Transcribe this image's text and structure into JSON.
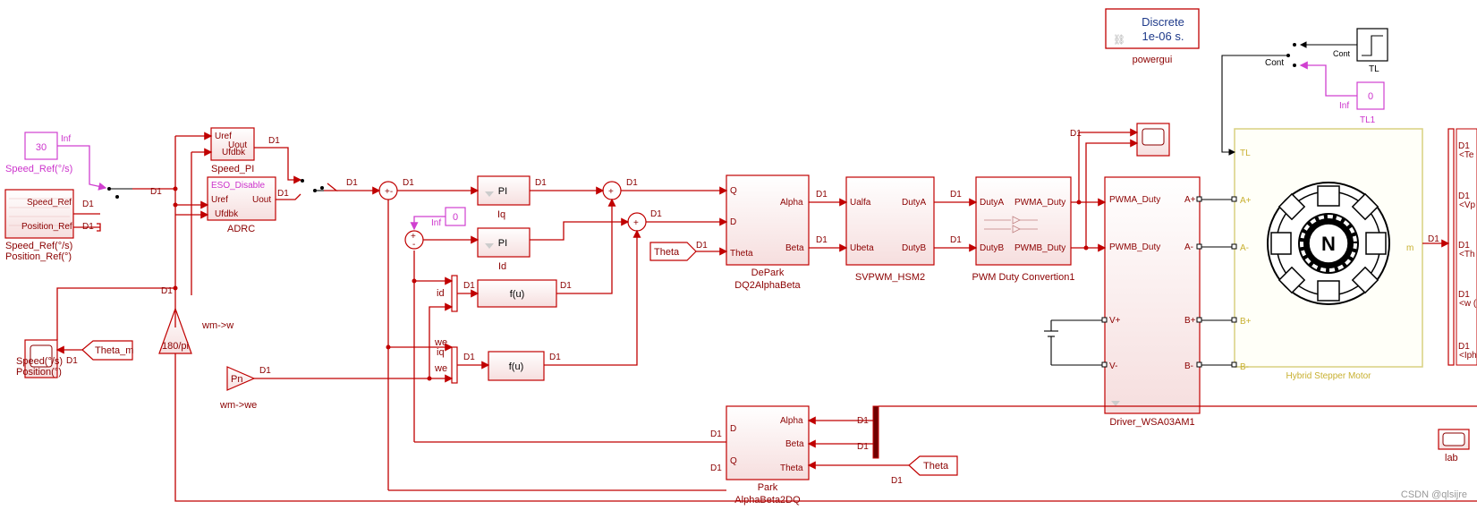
{
  "blocks": {
    "const_speed": {
      "value": "30",
      "sig": "Inf",
      "name": "Speed_Ref(°/s)"
    },
    "ref_sub": {
      "port1": "Speed_Ref",
      "port2": "Position_Ref",
      "name1": "Speed_Ref(°/s)",
      "name2": "Position_Ref(°)"
    },
    "speed_pi": {
      "in1": "Uref",
      "in2": "Ufdbk",
      "out": "Uout",
      "name": "Speed_PI"
    },
    "adrc": {
      "eso": "ESO_Disable",
      "in1": "Uref",
      "in2": "Ufdbk",
      "out": "Uout",
      "name": "ADRC"
    },
    "scope_speed": {
      "name1": "Speed(°/s)",
      "name2": "Position(°)"
    },
    "from_theta_m": {
      "label": "Theta_m"
    },
    "gain_180": {
      "label": "180/pi",
      "name": "wm->w"
    },
    "gain_pn": {
      "label": "Pn",
      "name": "wm->we"
    },
    "pi_iq": {
      "label": "PI",
      "name": "Iq"
    },
    "pi_id": {
      "label": "PI",
      "name": "Id"
    },
    "const_id": {
      "value": "0",
      "sig": "Inf"
    },
    "fcn1": {
      "label": "f(u)",
      "in1": "id",
      "in2": "we"
    },
    "fcn2": {
      "label": "f(u)",
      "in1": "iq",
      "in2": "we"
    },
    "depark": {
      "q": "Q",
      "d": "D",
      "theta": "Theta",
      "alpha": "Alpha",
      "beta": "Beta",
      "name1": "DePark",
      "name2": "DQ2AlphaBeta"
    },
    "goto_theta": {
      "label": "Theta"
    },
    "svpwm": {
      "in1": "Ualfa",
      "in2": "Ubeta",
      "out1": "DutyA",
      "out2": "DutyB",
      "name": "SVPWM_HSM2"
    },
    "pwm_conv": {
      "in1": "DutyA",
      "in2": "DutyB",
      "out1": "PWMA_Duty",
      "out2": "PWMB_Duty",
      "name": "PWM Duty Convertion1"
    },
    "driver": {
      "in1": "PWMA_Duty",
      "in2": "PWMB_Duty",
      "in3": "V+",
      "in4": "V-",
      "out1": "A+",
      "out2": "A-",
      "out3": "B+",
      "out4": "B-",
      "name": "Driver_WSA03AM1"
    },
    "motor": {
      "tl": "TL",
      "p1": "A+",
      "p2": "A-",
      "p3": "B+",
      "p4": "B-",
      "m": "m",
      "name": "Hybrid Stepper Motor",
      "center": "N"
    },
    "powergui": {
      "line1": "Discrete",
      "line2": "1e-06 s.",
      "name": "powergui"
    },
    "step_tl": {
      "port": "Cont",
      "name": "TL"
    },
    "const_tl1": {
      "value": "0",
      "sig": "Inf",
      "name": "TL1"
    },
    "switch_cont": {
      "label": "Cont"
    },
    "park": {
      "alpha": "Alpha",
      "beta": "Beta",
      "theta": "Theta",
      "d": "D",
      "q": "Q",
      "name1": "Park",
      "name2": "AlphaBeta2DQ"
    },
    "from_theta": {
      "label": "Theta"
    },
    "lab_block": {
      "name": "lab"
    },
    "bus_out": {
      "l1": "<Te",
      "l2": "<Vp",
      "l3": "<Th",
      "l4": "<w (",
      "l5": "<Iph"
    }
  },
  "signal_label": "D1",
  "watermark": "CSDN @qlsijre"
}
